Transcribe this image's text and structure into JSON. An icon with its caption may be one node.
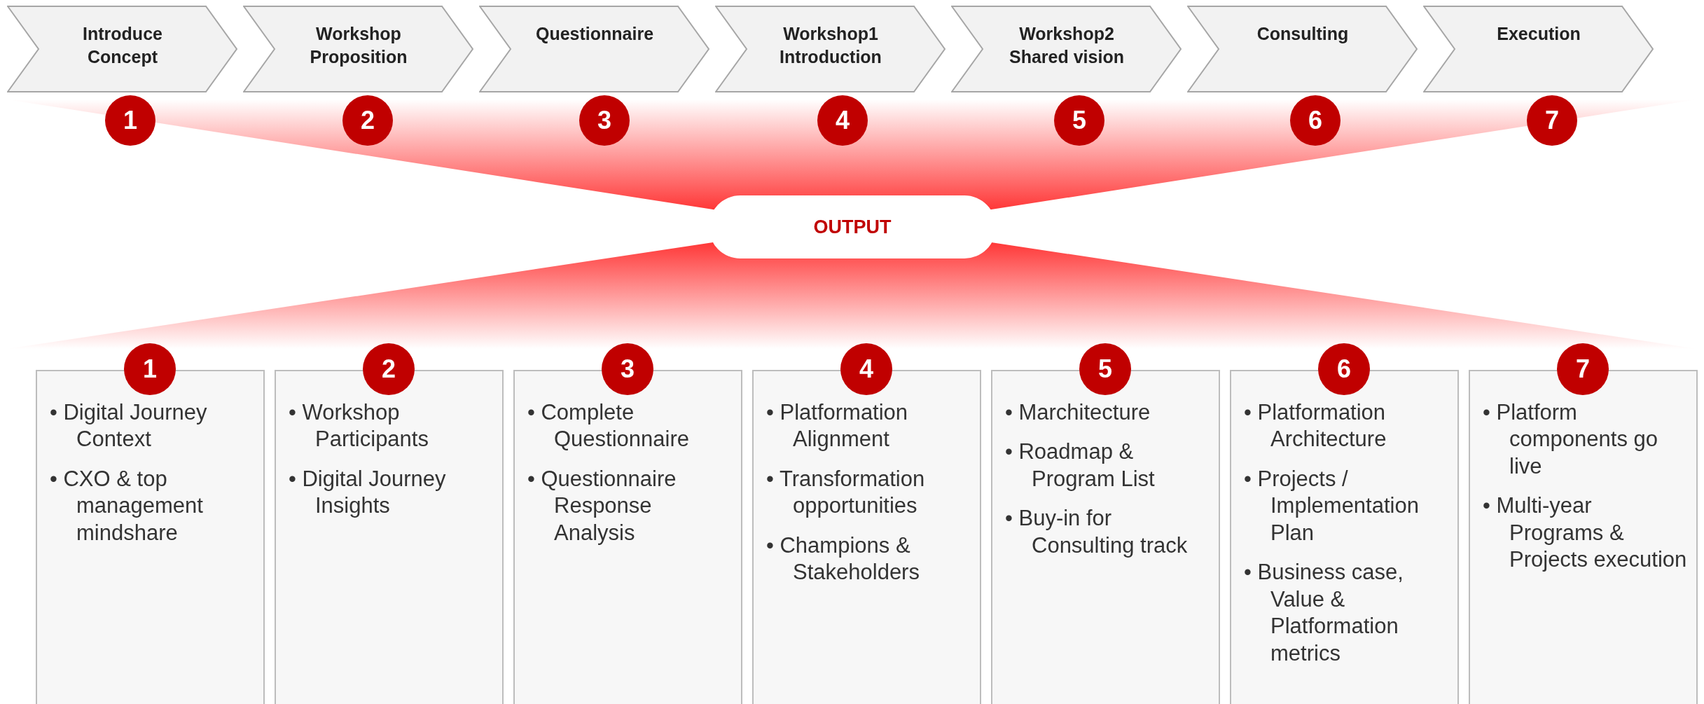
{
  "diagram": {
    "nodes": [
      {
        "text": [
          "Introduce Concept"
        ]
      },
      {
        "text": [
          "Workshop Proposition"
        ]
      },
      {
        "text": [
          "Questionnaire"
        ]
      },
      {
        "text": [
          "Workshop1 Introduction"
        ]
      },
      {
        "text": [
          "Workshop2 Shared vision"
        ]
      },
      {
        "text": [
          "Consulting"
        ]
      },
      {
        "text": [
          "Execution"
        ]
      },
      {
        "text": [
          "1"
        ]
      },
      {
        "text": [
          "2"
        ]
      },
      {
        "text": [
          "3"
        ]
      },
      {
        "text": [
          "4"
        ]
      },
      {
        "text": [
          "5"
        ]
      },
      {
        "text": [
          "6"
        ]
      },
      {
        "text": [
          "7"
        ]
      },
      {
        "text": [
          "OUTPUT"
        ]
      },
      {
        "text": [
          "1"
        ]
      },
      {
        "text": [
          "2"
        ]
      },
      {
        "text": [
          "3"
        ]
      },
      {
        "text": [
          "4"
        ]
      },
      {
        "text": [
          "5"
        ]
      },
      {
        "text": [
          "6"
        ]
      },
      {
        "text": [
          "7"
        ]
      },
      {
        "text": [
          "• Digital Journey Context",
          "• CXO & top management mindshare"
        ]
      },
      {
        "text": [
          "• Workshop Participants",
          "• Digital Journey Insights"
        ]
      },
      {
        "text": [
          "• Complete Questionnaire",
          "• Questionnaire Response Analysis"
        ]
      },
      {
        "text": [
          "• Platformation Alignment",
          "• Transformation opportunities",
          "• Champions & Stakeholders"
        ]
      },
      {
        "text": [
          "• Marchitecture",
          "• Roadmap & Program List",
          "• Buy-in for Consulting track"
        ]
      },
      {
        "text": [
          "• Platformation Architecture",
          "• Projects / Implementation Plan",
          "• Business case, Value & Platformation metrics"
        ]
      },
      {
        "text": [
          "• Platform components go live",
          "• Multi-year Programs & Projects execution"
        ]
      }
    ]
  }
}
